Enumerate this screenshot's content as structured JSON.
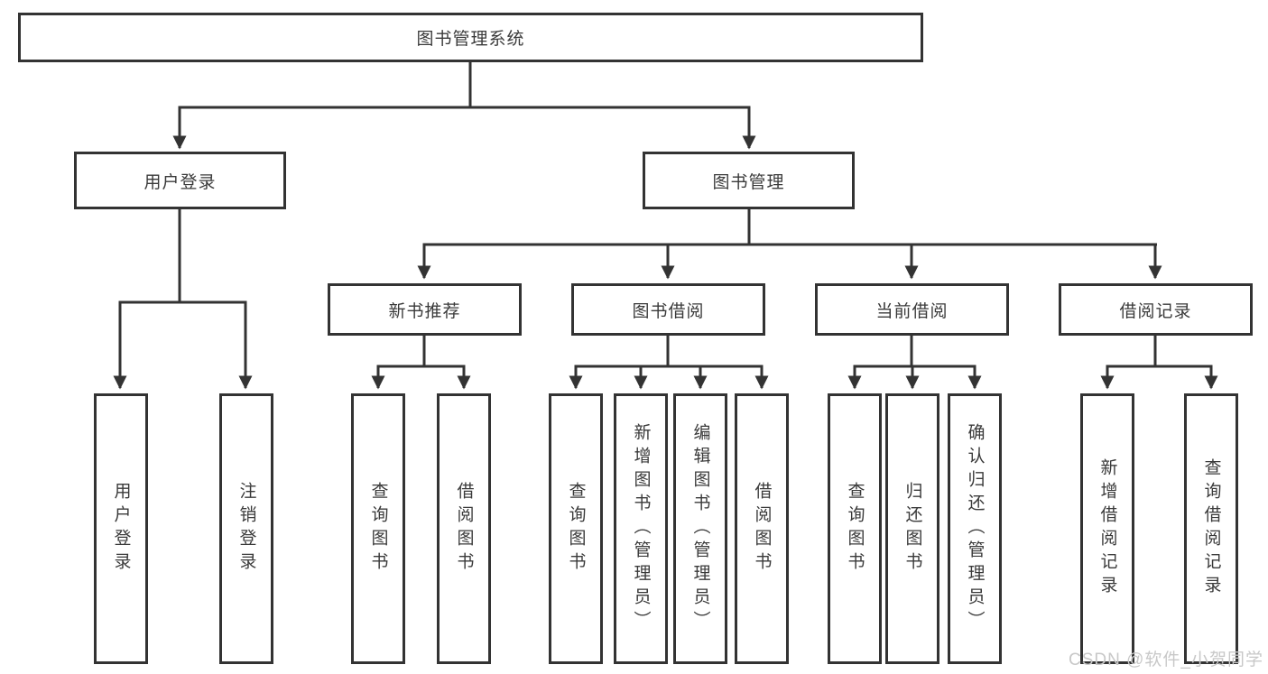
{
  "diagram": {
    "root": {
      "label": "图书管理系统",
      "children": [
        {
          "label": "用户登录",
          "children": [
            {
              "label": "用户登录"
            },
            {
              "label": "注销登录"
            }
          ]
        },
        {
          "label": "图书管理",
          "children": [
            {
              "label": "新书推荐",
              "children": [
                {
                  "label": "查询图书"
                },
                {
                  "label": "借阅图书"
                }
              ]
            },
            {
              "label": "图书借阅",
              "children": [
                {
                  "label": "查询图书"
                },
                {
                  "label": "新增图书（管理员）"
                },
                {
                  "label": "编辑图书（管理员）"
                },
                {
                  "label": "借阅图书"
                }
              ]
            },
            {
              "label": "当前借阅",
              "children": [
                {
                  "label": "查询图书"
                },
                {
                  "label": "归还图书"
                },
                {
                  "label": "确认归还（管理员）"
                }
              ]
            },
            {
              "label": "借阅记录",
              "children": [
                {
                  "label": "新增借阅记录"
                },
                {
                  "label": "查询借阅记录"
                }
              ]
            }
          ]
        }
      ]
    }
  },
  "watermark": {
    "text": "CSDN @软件_小贺同学"
  },
  "colors": {
    "line": "#333333",
    "text": "#3a3a3a",
    "box_background": "#ffffff",
    "watermark": "#c8c8c8"
  }
}
